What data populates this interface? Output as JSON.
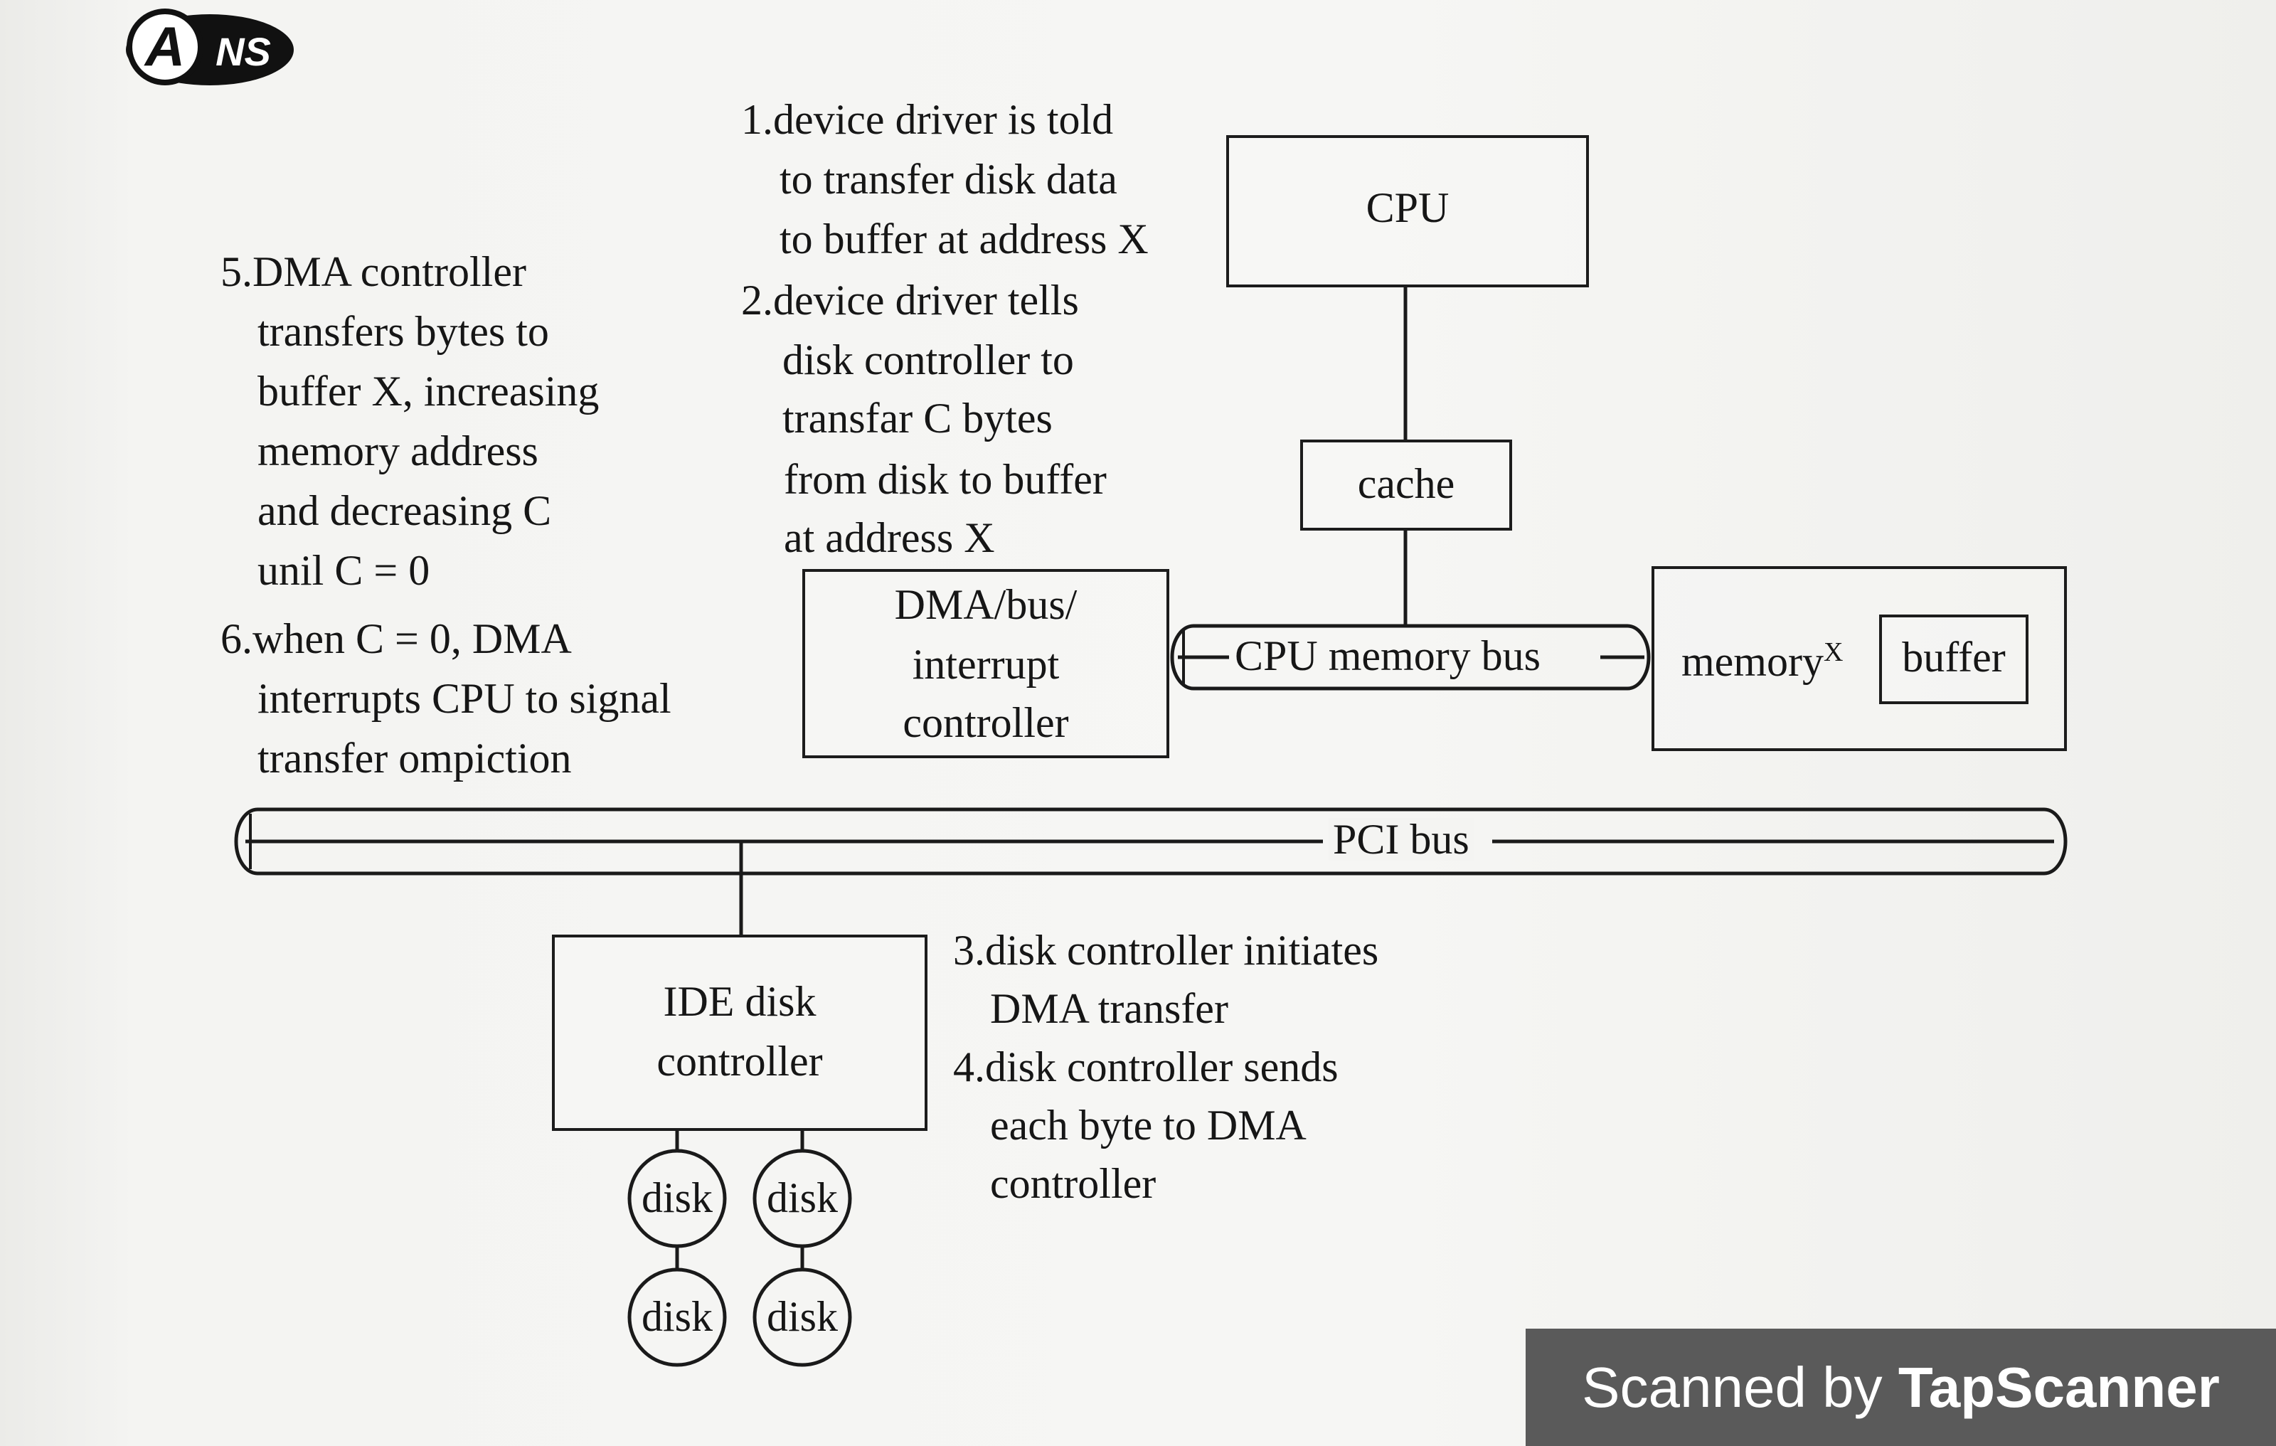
{
  "logo": {
    "label": "ANS"
  },
  "notes": {
    "step1": [
      "1.device driver is told",
      "to transfer disk data",
      "to buffer at address X"
    ],
    "step2": [
      "2.device driver tells",
      "disk controller to",
      "transfar C bytes",
      "from disk to buffer",
      "at address X"
    ],
    "step3": [
      "3.disk controller initiates",
      "DMA transfer"
    ],
    "step4": [
      "4.disk controller sends",
      "each byte to DMA",
      "controller"
    ],
    "step5": [
      "5.DMA controller",
      "transfers bytes to",
      "buffer X, increasing",
      "memory address",
      "and decreasing C",
      "unil C = 0"
    ],
    "step6": [
      "6.when C = 0, DMA",
      "interrupts CPU to signal",
      "transfer ompiction"
    ]
  },
  "components": {
    "cpu": "CPU",
    "cache": "cache",
    "dma_controller": [
      "DMA/bus/",
      "interrupt",
      "controller"
    ],
    "cpu_memory_bus": "CPU memory bus",
    "memory": "memory",
    "memory_sup": "X",
    "buffer": "buffer",
    "pci_bus": "PCI bus",
    "ide_controller": [
      "IDE disk",
      "controller"
    ],
    "disks": [
      "disk",
      "disk",
      "disk",
      "disk"
    ]
  },
  "watermark": {
    "prefix": "Scanned by ",
    "brand": "TapScanner"
  }
}
